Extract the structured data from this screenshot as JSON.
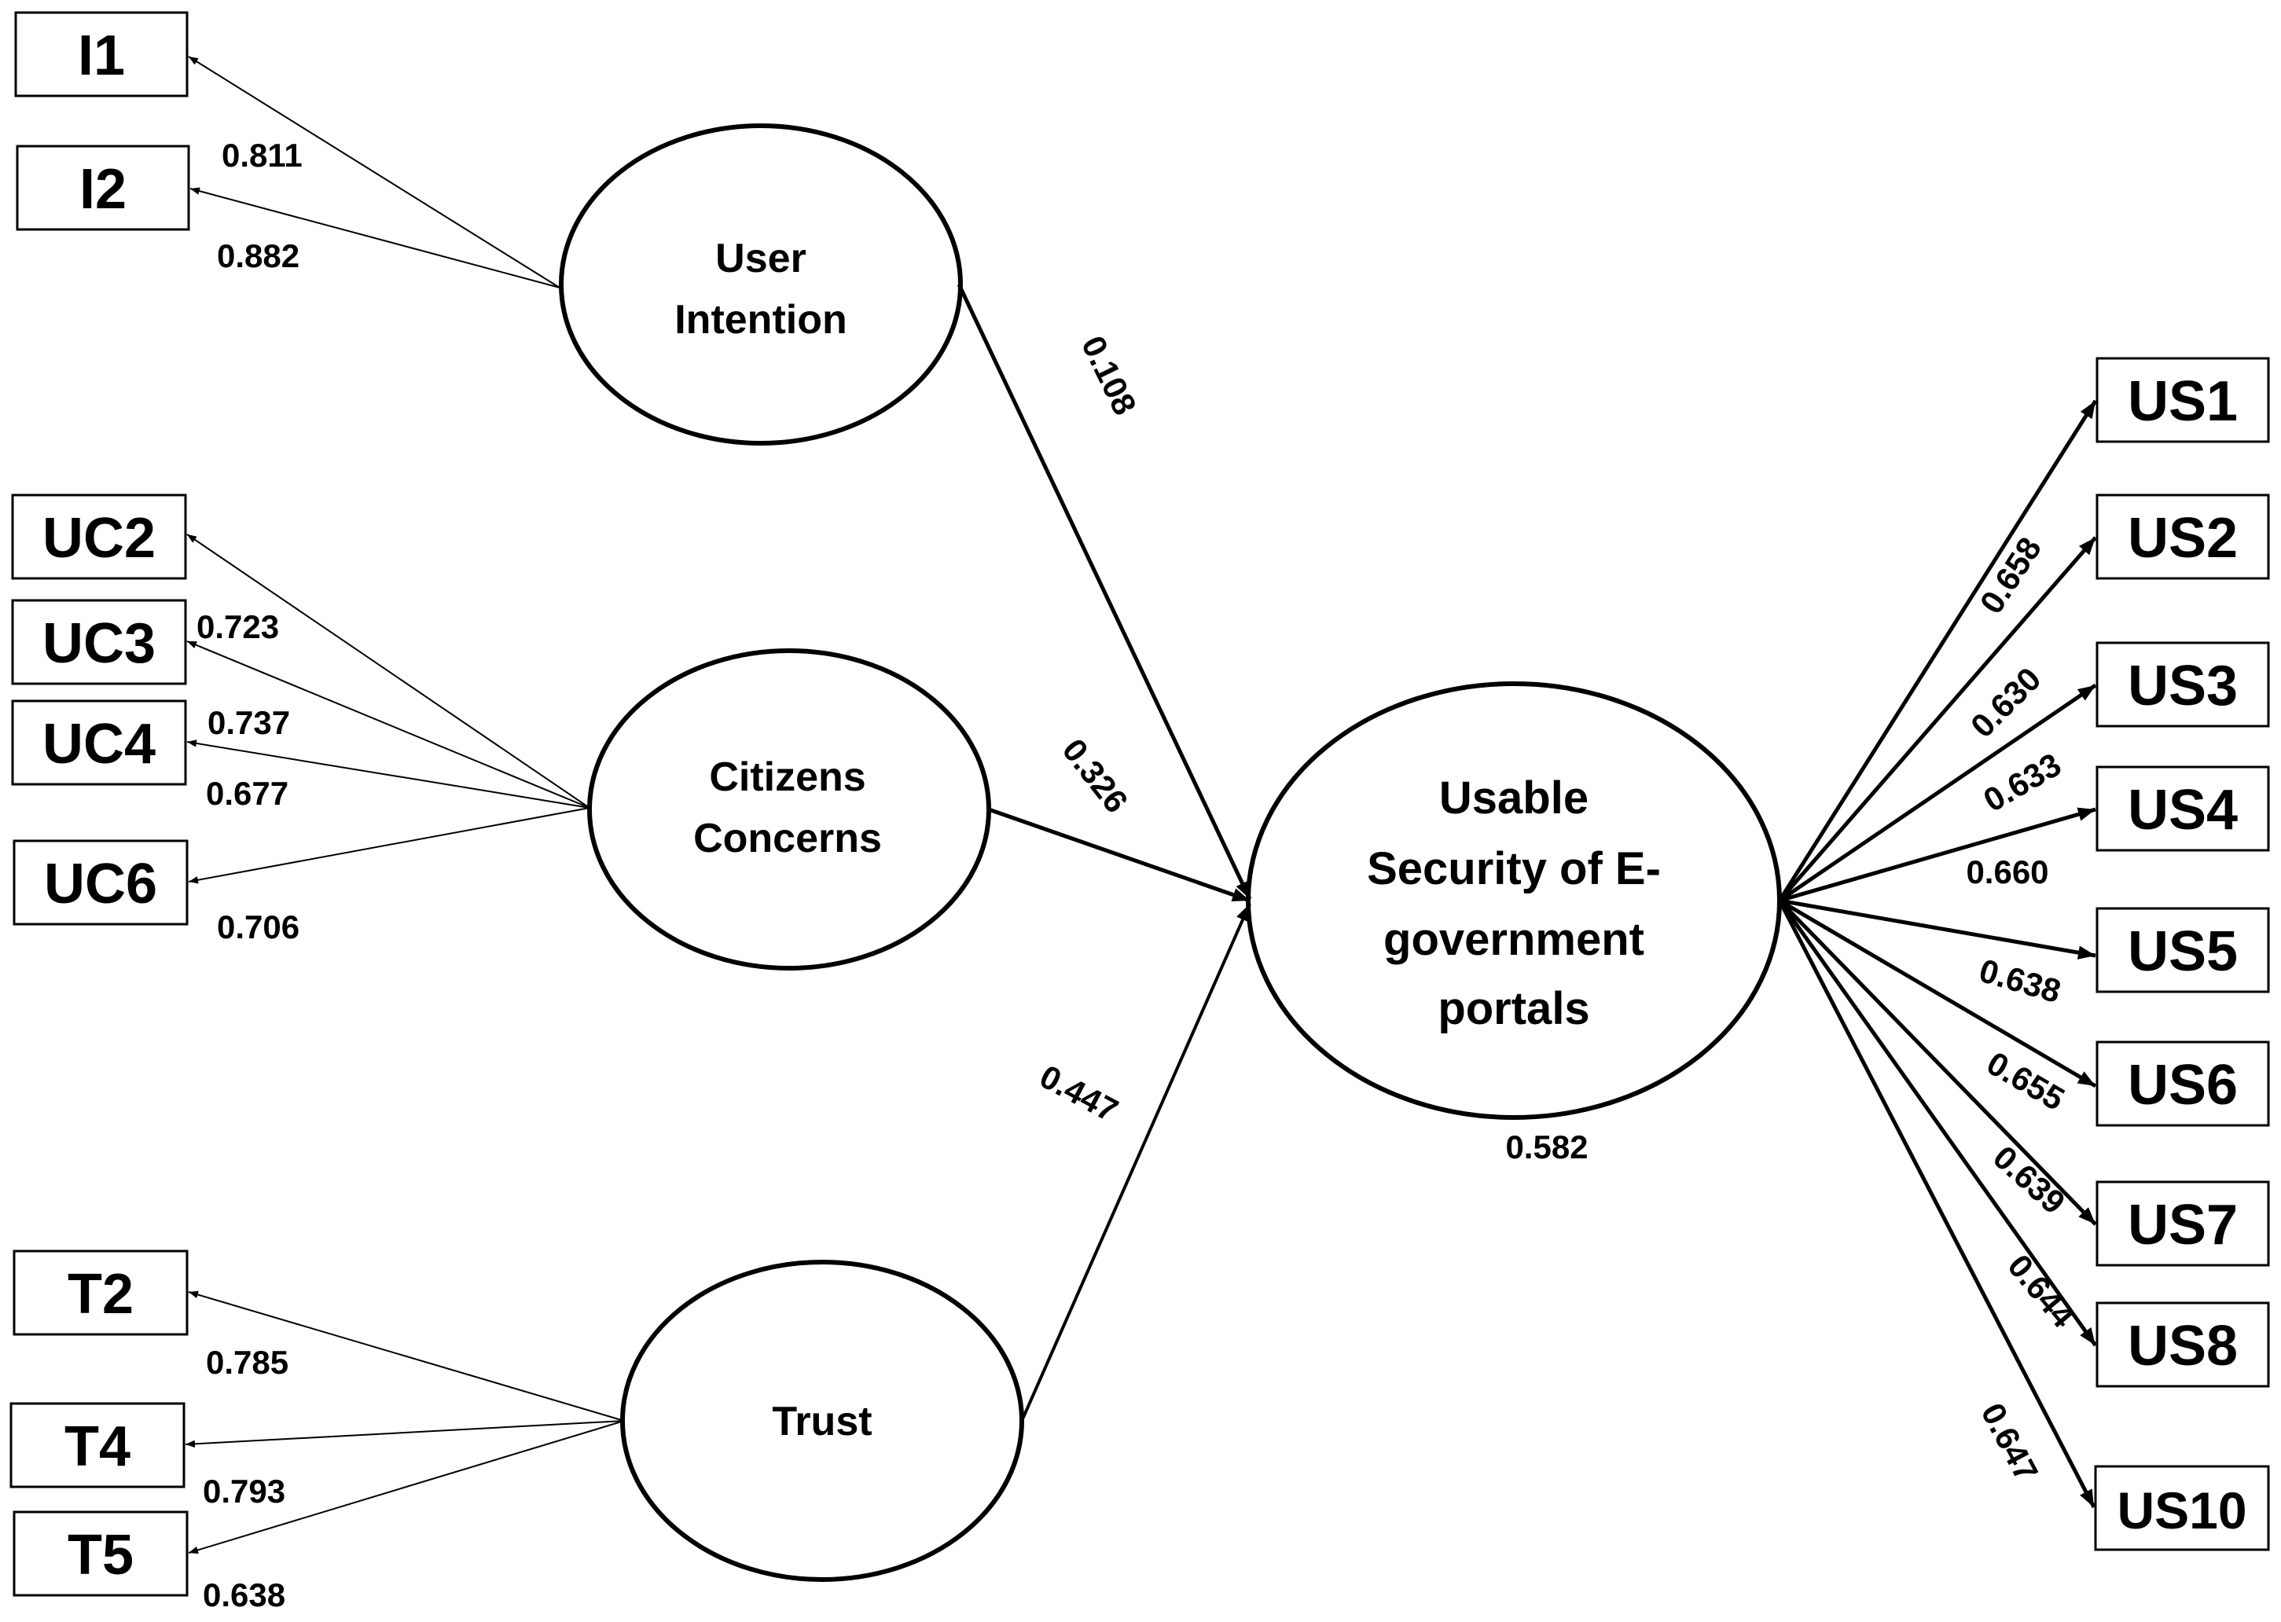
{
  "diagram": {
    "constructs": {
      "ui": {
        "label_lines": [
          "User",
          "Intention"
        ]
      },
      "cc": {
        "label_lines": [
          "Citizens",
          "Concerns"
        ]
      },
      "tr": {
        "label_lines": [
          "Trust"
        ]
      },
      "us": {
        "label_lines": [
          "Usable",
          "Security of E-",
          "government",
          "portals"
        ],
        "r_squared": "0.582"
      }
    },
    "indicators": {
      "I1": {
        "label": "I1",
        "loading": "0.811"
      },
      "I2": {
        "label": "I2",
        "loading": "0.882"
      },
      "UC2": {
        "label": "UC2",
        "loading": "0.723"
      },
      "UC3": {
        "label": "UC3",
        "loading": "0.737"
      },
      "UC4": {
        "label": "UC4",
        "loading": "0.677"
      },
      "UC6": {
        "label": "UC6",
        "loading": "0.706"
      },
      "T2": {
        "label": "T2",
        "loading": "0.785"
      },
      "T4": {
        "label": "T4",
        "loading": "0.793"
      },
      "T5": {
        "label": "T5",
        "loading": "0.638"
      },
      "US1": {
        "label": "US1",
        "loading": "0.658"
      },
      "US2": {
        "label": "US2",
        "loading": "0.630"
      },
      "US3": {
        "label": "US3",
        "loading": "0.633"
      },
      "US4": {
        "label": "US4",
        "loading": "0.660"
      },
      "US5": {
        "label": "US5",
        "loading": "0.638"
      },
      "US6": {
        "label": "US6",
        "loading": "0.655"
      },
      "US7": {
        "label": "US7",
        "loading": "0.639"
      },
      "US8": {
        "label": "US8",
        "loading": "0.644"
      },
      "US10": {
        "label": "US10",
        "loading": "0.647"
      }
    },
    "paths": {
      "ui_us": "0.108",
      "cc_us": "0.326",
      "tr_us": "0.447"
    }
  }
}
